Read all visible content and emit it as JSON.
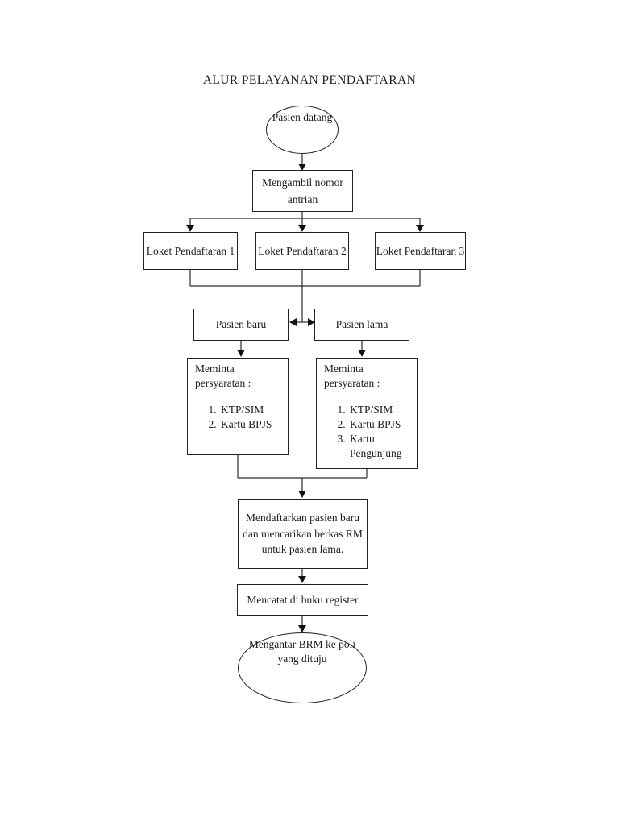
{
  "title": "ALUR PELAYANAN PENDAFTARAN",
  "nodes": {
    "start": {
      "label": "Pasien datang"
    },
    "ambil_nomor": {
      "label": "Mengambil nomor antrian"
    },
    "loket1": {
      "label": "Loket Pendaftaran 1"
    },
    "loket2": {
      "label": "Loket Pendaftaran 2"
    },
    "loket3": {
      "label": "Loket Pendaftaran 3"
    },
    "pasien_baru": {
      "label": "Pasien baru"
    },
    "pasien_lama": {
      "label": "Pasien lama"
    },
    "syarat_baru": {
      "heading": "Meminta persyaratan :",
      "items": [
        "KTP/SIM",
        "Kartu BPJS"
      ]
    },
    "syarat_lama": {
      "heading": "Meminta persyaratan :",
      "items": [
        "KTP/SIM",
        "Kartu BPJS",
        "Kartu Pengunjung"
      ]
    },
    "mendaftarkan": {
      "label": "Mendaftarkan pasien baru dan mencarikan berkas RM untuk pasien lama."
    },
    "mencatat": {
      "label": "Mencatat di buku register"
    },
    "end": {
      "label": "Mengantar BRM ke poli yang dituju"
    }
  },
  "colors": {
    "line": "#2b2b2b",
    "arrow": "#111111",
    "border": "#222222",
    "background": "#ffffff"
  }
}
